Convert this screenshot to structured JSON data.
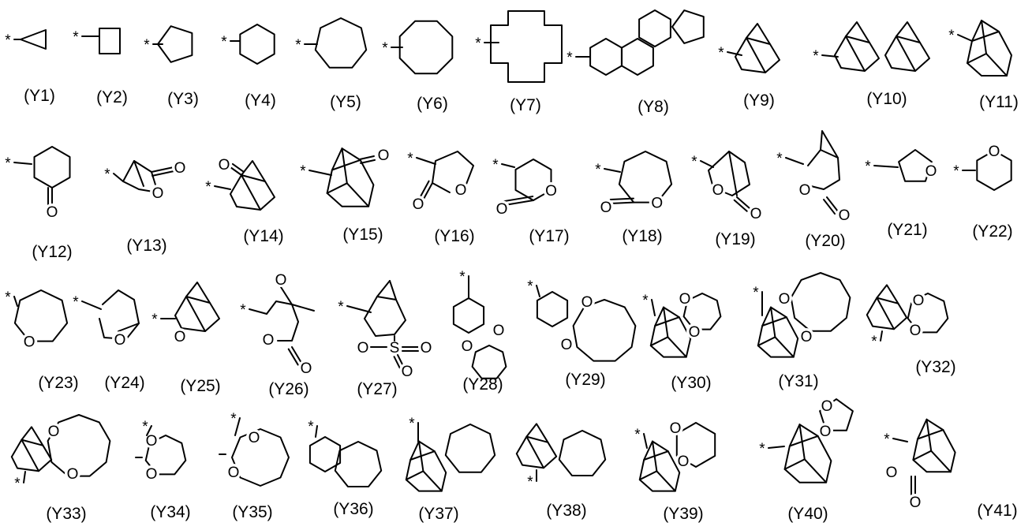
{
  "labels": [
    "(Y1)",
    "(Y2)",
    "(Y3)",
    "(Y4)",
    "(Y5)",
    "(Y6)",
    "(Y7)",
    "(Y8)",
    "(Y9)",
    "(Y10)",
    "(Y11)",
    "(Y12)",
    "(Y13)",
    "(Y14)",
    "(Y15)",
    "(Y16)",
    "(Y17)",
    "(Y18)",
    "(Y19)",
    "(Y20)",
    "(Y21)",
    "(Y22)",
    "(Y23)",
    "(Y24)",
    "(Y25)",
    "(Y26)",
    "(Y27)",
    "(Y28)",
    "(Y29)",
    "(Y30)",
    "(Y31)",
    "(Y32)",
    "(Y33)",
    "(Y34)",
    "(Y35)",
    "(Y36)",
    "(Y37)",
    "(Y38)",
    "(Y39)",
    "(Y40)",
    "(Y41)"
  ],
  "atom_symbols": {
    "oxygen": "O",
    "sulfur": "S",
    "attachment": "*"
  }
}
